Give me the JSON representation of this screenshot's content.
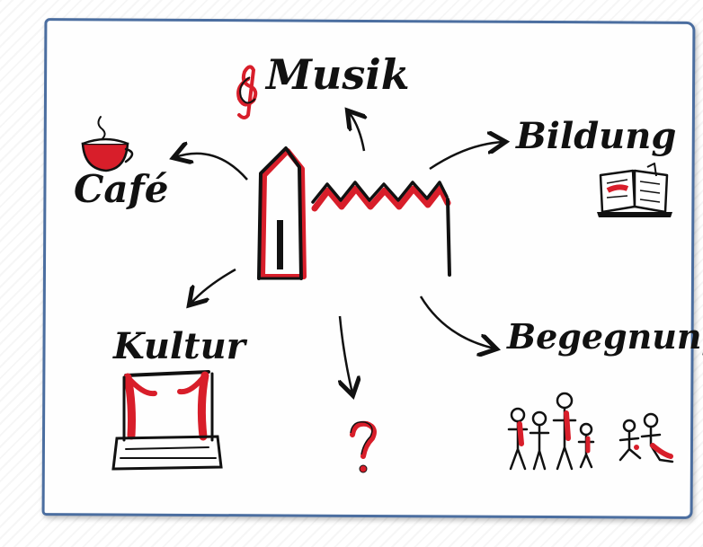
{
  "labels": {
    "musik": "Musik",
    "cafe": "Café",
    "bildung": "Bildung",
    "kultur": "Kultur",
    "begegnung": "Begegnung",
    "unknown": "?"
  },
  "colors": {
    "ink": "#111111",
    "accent_red": "#d81e2a",
    "frame_blue": "#4b6ea0"
  },
  "icons": [
    "treble-clef-icon",
    "coffee-cup-icon",
    "church-icon",
    "open-book-icon",
    "theater-stage-icon",
    "people-group-icon"
  ]
}
